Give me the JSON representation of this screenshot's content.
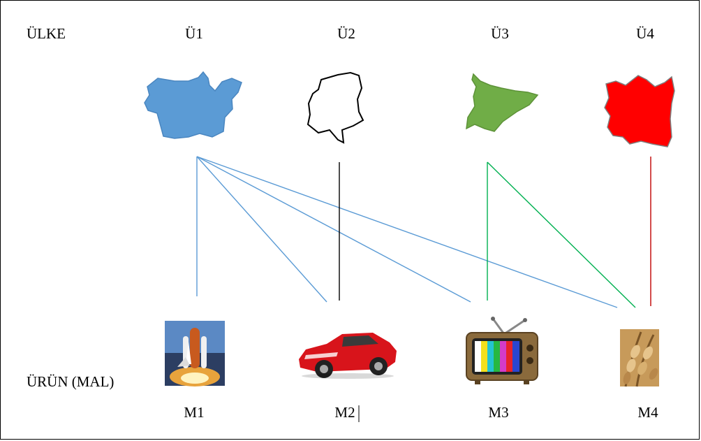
{
  "row_labels": {
    "country": "ÜLKE",
    "product": "ÜRÜN (MAL)"
  },
  "countries": [
    {
      "id": "U1",
      "label": "Ü1",
      "fill": "#5b9bd5",
      "stroke": "#4a86c0"
    },
    {
      "id": "U2",
      "label": "Ü2",
      "fill": "#ffffff",
      "stroke": "#000000"
    },
    {
      "id": "U3",
      "label": "Ü3",
      "fill": "#70ad47",
      "stroke": "#5d9238"
    },
    {
      "id": "U4",
      "label": "Ü4",
      "fill": "#ff0000",
      "stroke": "#7f7f7f"
    }
  ],
  "products": [
    {
      "id": "M1",
      "label": "M1",
      "icon": "space-shuttle-icon"
    },
    {
      "id": "M2",
      "label": "M2",
      "icon": "sports-car-icon"
    },
    {
      "id": "M3",
      "label": "M3",
      "icon": "television-icon"
    },
    {
      "id": "M4",
      "label": "M4",
      "icon": "wheat-icon"
    }
  ],
  "links": [
    {
      "from": "U1",
      "to": "M1",
      "color": "#5b9bd5"
    },
    {
      "from": "U1",
      "to": "M2",
      "color": "#5b9bd5"
    },
    {
      "from": "U1",
      "to": "M3",
      "color": "#5b9bd5"
    },
    {
      "from": "U1",
      "to": "M4",
      "color": "#5b9bd5"
    },
    {
      "from": "U2",
      "to": "M2",
      "color": "#000000"
    },
    {
      "from": "U3",
      "to": "M3",
      "color": "#00b050"
    },
    {
      "from": "U3",
      "to": "M4",
      "color": "#00b050"
    },
    {
      "from": "U4",
      "to": "M4",
      "color": "#c00000"
    }
  ]
}
